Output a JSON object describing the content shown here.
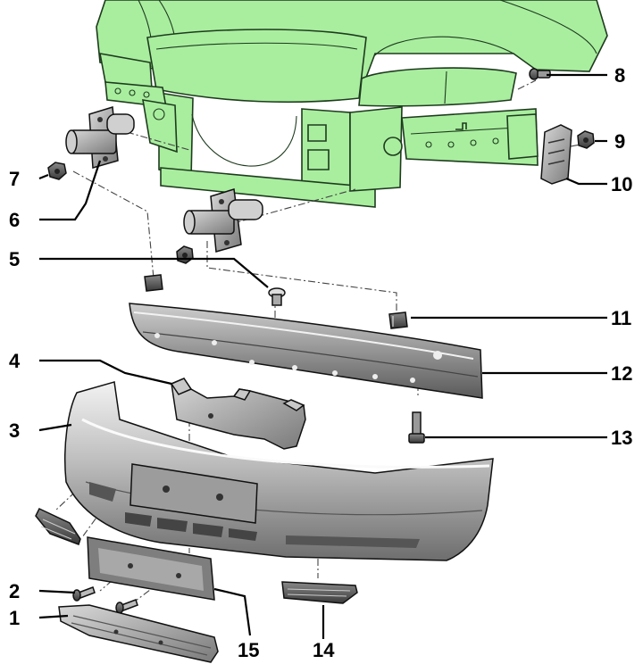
{
  "callouts": {
    "c1": "1",
    "c2": "2",
    "c3": "3",
    "c4": "4",
    "c5": "5",
    "c6": "6",
    "c7": "7",
    "c8": "8",
    "c9": "9",
    "c10": "10",
    "c11": "11",
    "c12": "12",
    "c13": "13",
    "c14": "14",
    "c15": "15"
  },
  "colors": {
    "body_highlight": "#a9ee9f",
    "parts_gray": "#9a9a9a",
    "outline": "#111111"
  }
}
